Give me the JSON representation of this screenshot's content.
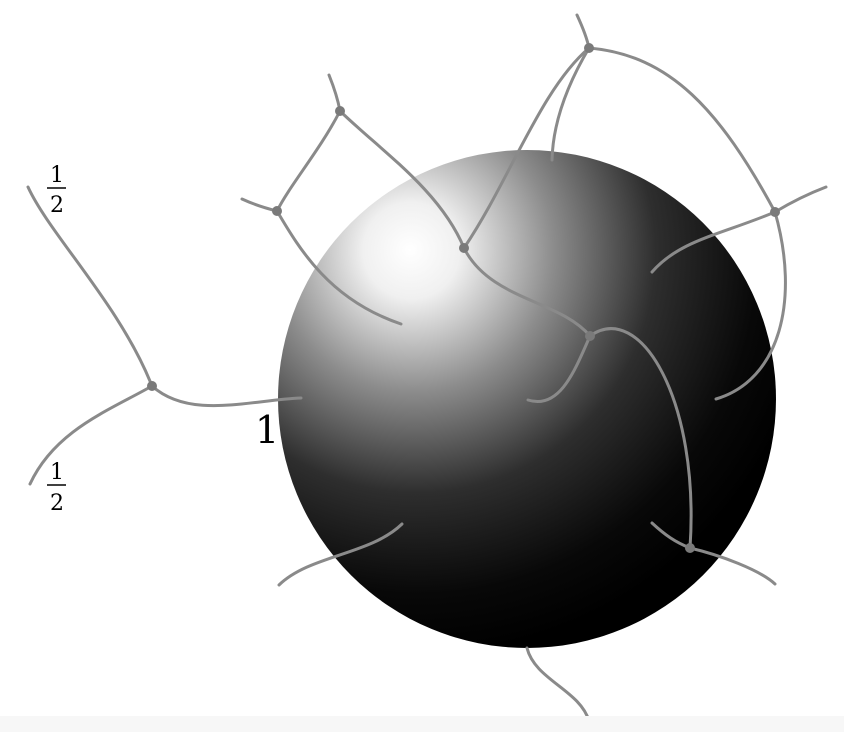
{
  "labels": {
    "sphere_label": "1",
    "upper_fraction": {
      "numerator": "1",
      "denominator": "2"
    },
    "lower_fraction": {
      "numerator": "1",
      "denominator": "2"
    }
  },
  "colors": {
    "edge": "#8a8a8a",
    "vertex": "#7a7a7a",
    "sphere_highlight": "#ffffff",
    "sphere_shadow": "#000000"
  }
}
